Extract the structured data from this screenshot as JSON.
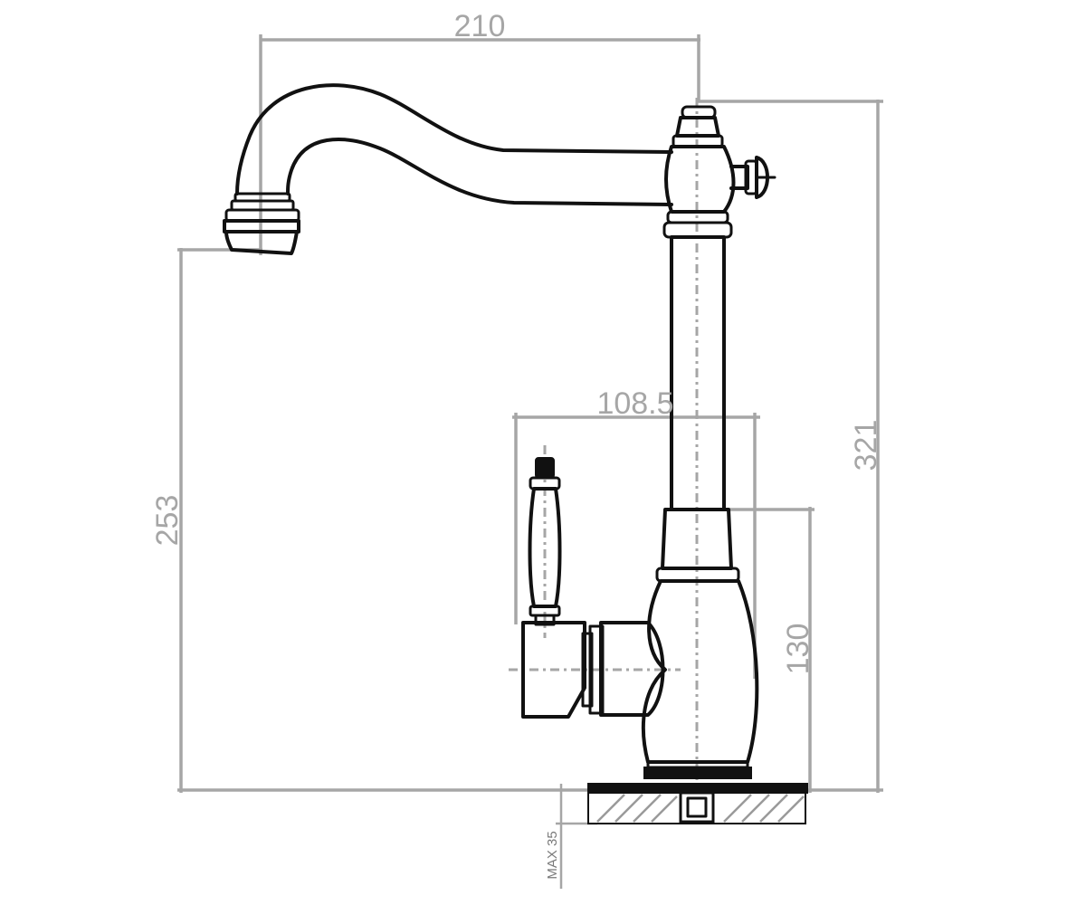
{
  "dimensions": {
    "spout_reach": "210",
    "total_height": "321",
    "spout_height": "253",
    "handle_offset": "108.5",
    "body_height": "130",
    "max_counter_thickness": "MAX 35"
  },
  "colors": {
    "outline": "#111111",
    "dimension_lines": "#a6a6a6",
    "background": "#ffffff"
  }
}
